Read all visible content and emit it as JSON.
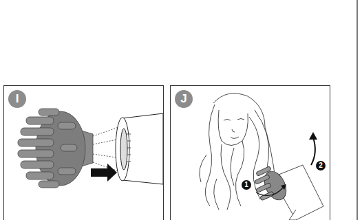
{
  "diagram": {
    "nodes": [
      {
        "text": [
          "I"
        ]
      },
      {
        "text": [
          "J"
        ]
      }
    ],
    "labels": [
      "1",
      "2"
    ]
  }
}
